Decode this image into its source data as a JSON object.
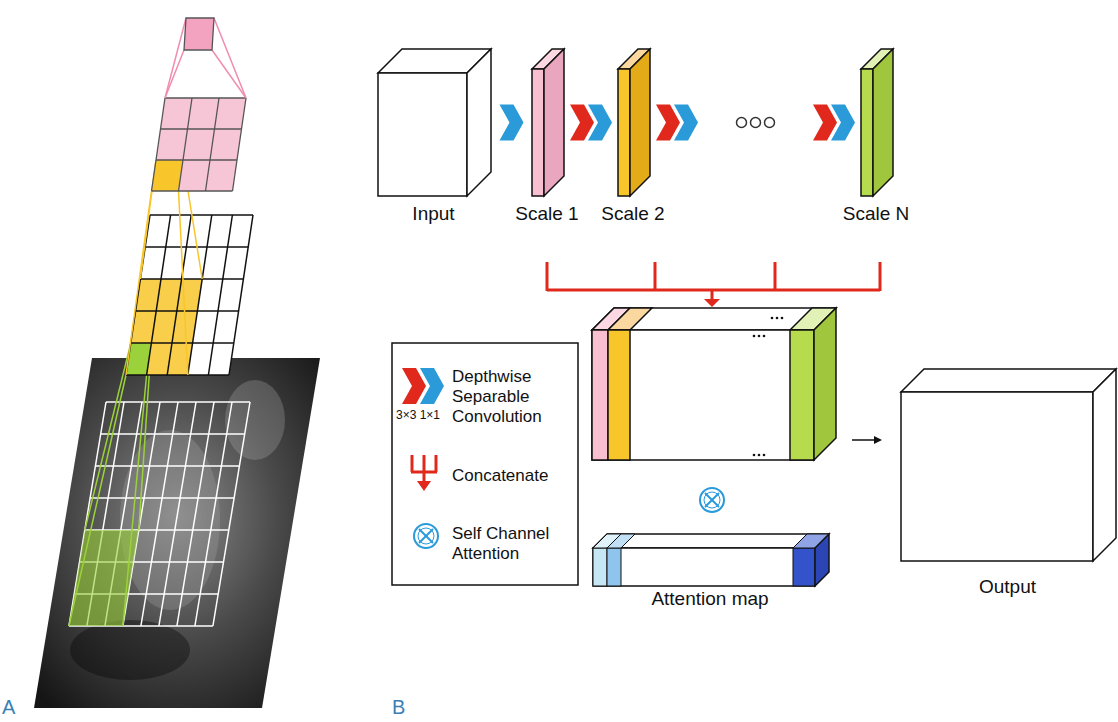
{
  "diagram": {
    "nodes": [
      {
        "text": [
          "Input"
        ]
      },
      {
        "text": [
          "Scale 1"
        ]
      },
      {
        "text": [
          "Scale 2"
        ]
      },
      {
        "text": [
          "Scale N"
        ]
      },
      {
        "text": [
          "Attention map"
        ]
      },
      {
        "text": [
          "Output"
        ]
      }
    ],
    "edges": [
      {
        "from": 0,
        "to": 1,
        "arrow": "to"
      },
      {
        "from": 1,
        "to": 2,
        "arrow": "to"
      },
      {
        "from": 2,
        "to": 3,
        "arrow": "to"
      }
    ],
    "labels": [
      "A",
      "B",
      "3×3 1×1"
    ],
    "legend": [
      {
        "text": "Depthwise Separable Convolution"
      },
      {
        "text": "Concatenate"
      },
      {
        "text": "Self Channel Attention"
      }
    ]
  }
}
